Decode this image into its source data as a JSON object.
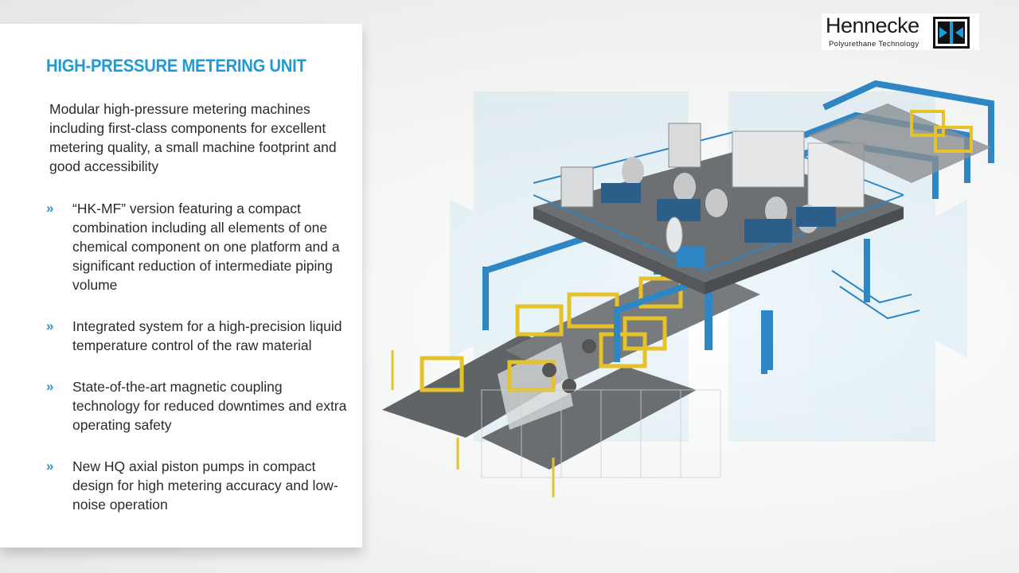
{
  "logo": {
    "name": "Hennecke",
    "tagline": "Polyurethane Technology",
    "mark_icon": "hennecke-arrows-mark",
    "mark_color": "#1e9ad6"
  },
  "panel": {
    "title": "HIGH-PRESSURE METERING UNIT",
    "intro": "Modular high-pressure metering machines including first-class components for excellent metering quality, a small machine footprint and good accessibility",
    "bullet_marker": "»",
    "bullets": [
      "“HK-MF” version featuring a compact combination including all elements of one chemical component on one platform and a significant reduction of intermediate piping volume",
      "Integrated system for a high-precision liquid temperature control of the raw material",
      "State-of-the-art magnetic coupling technology for reduced downtimes and extra operating safety",
      "New HQ axial piston pumps in compact design for high metering accuracy and low-noise operation"
    ]
  },
  "colors": {
    "accent_blue": "#1e9ad6",
    "steel_blue": "#2f86c4",
    "platform_gray": "#6c7073",
    "yellow": "#e6c229",
    "text": "#2b2b2b"
  }
}
